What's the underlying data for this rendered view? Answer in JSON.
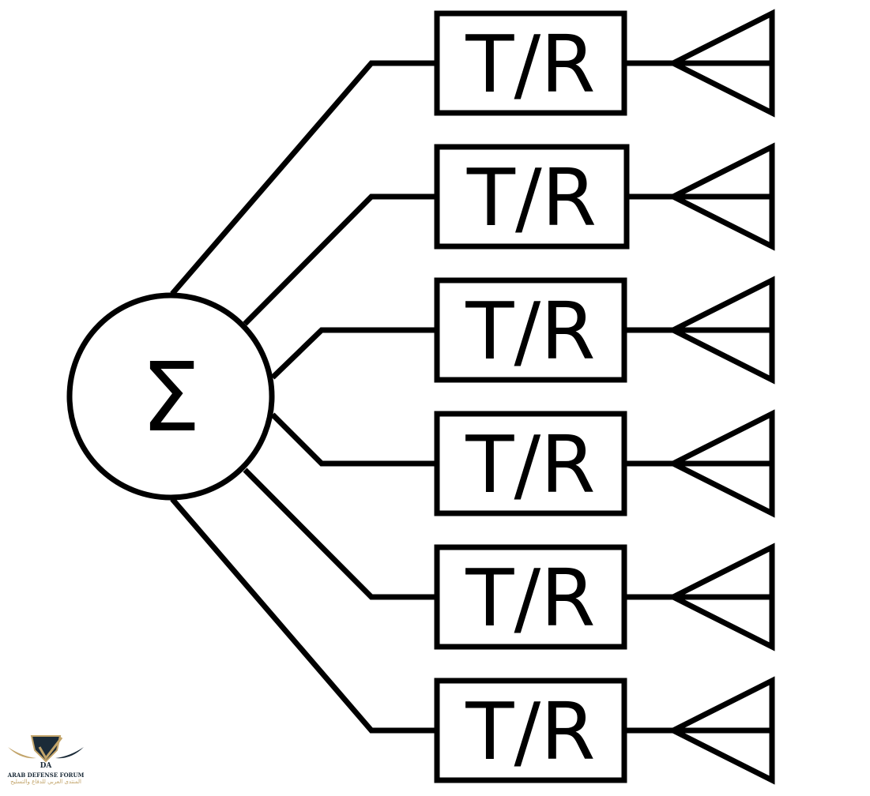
{
  "diagram": {
    "summer_label": "Σ",
    "modules": [
      {
        "label": "T/R"
      },
      {
        "label": "T/R"
      },
      {
        "label": "T/R"
      },
      {
        "label": "T/R"
      },
      {
        "label": "T/R"
      },
      {
        "label": "T/R"
      }
    ]
  },
  "watermark": {
    "monogram": "DA",
    "name_en": "ARAB DEFENSE FORUM",
    "name_ar": "المنتدى العربي للدفاع والتسليح",
    "colors": {
      "gold": "#c2a46a",
      "navy": "#1b2b38"
    }
  }
}
